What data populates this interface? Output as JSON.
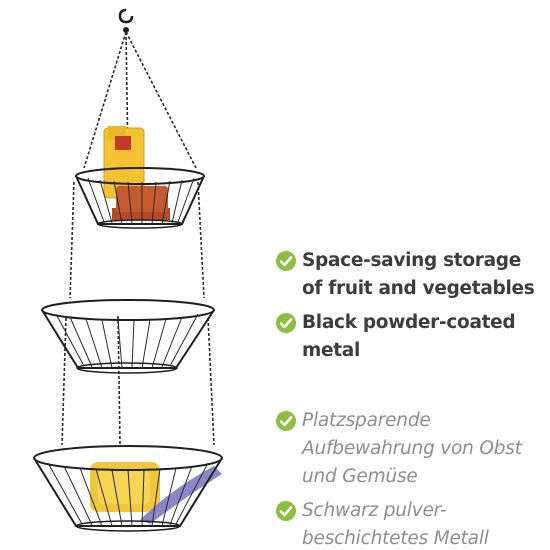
{
  "image": {
    "subject": "three-tier-hanging-basket",
    "icon_color": "#8cbf3f"
  },
  "features_en": [
    {
      "text": "Space-saving storage of fruit and vegetables"
    },
    {
      "text": "Black powder-coated metal"
    }
  ],
  "features_de": [
    {
      "text": "Platzsparende Aufbewahrung von Obst und Gemüse"
    },
    {
      "text": "Schwarz pulver-beschichtetes Metall"
    }
  ]
}
